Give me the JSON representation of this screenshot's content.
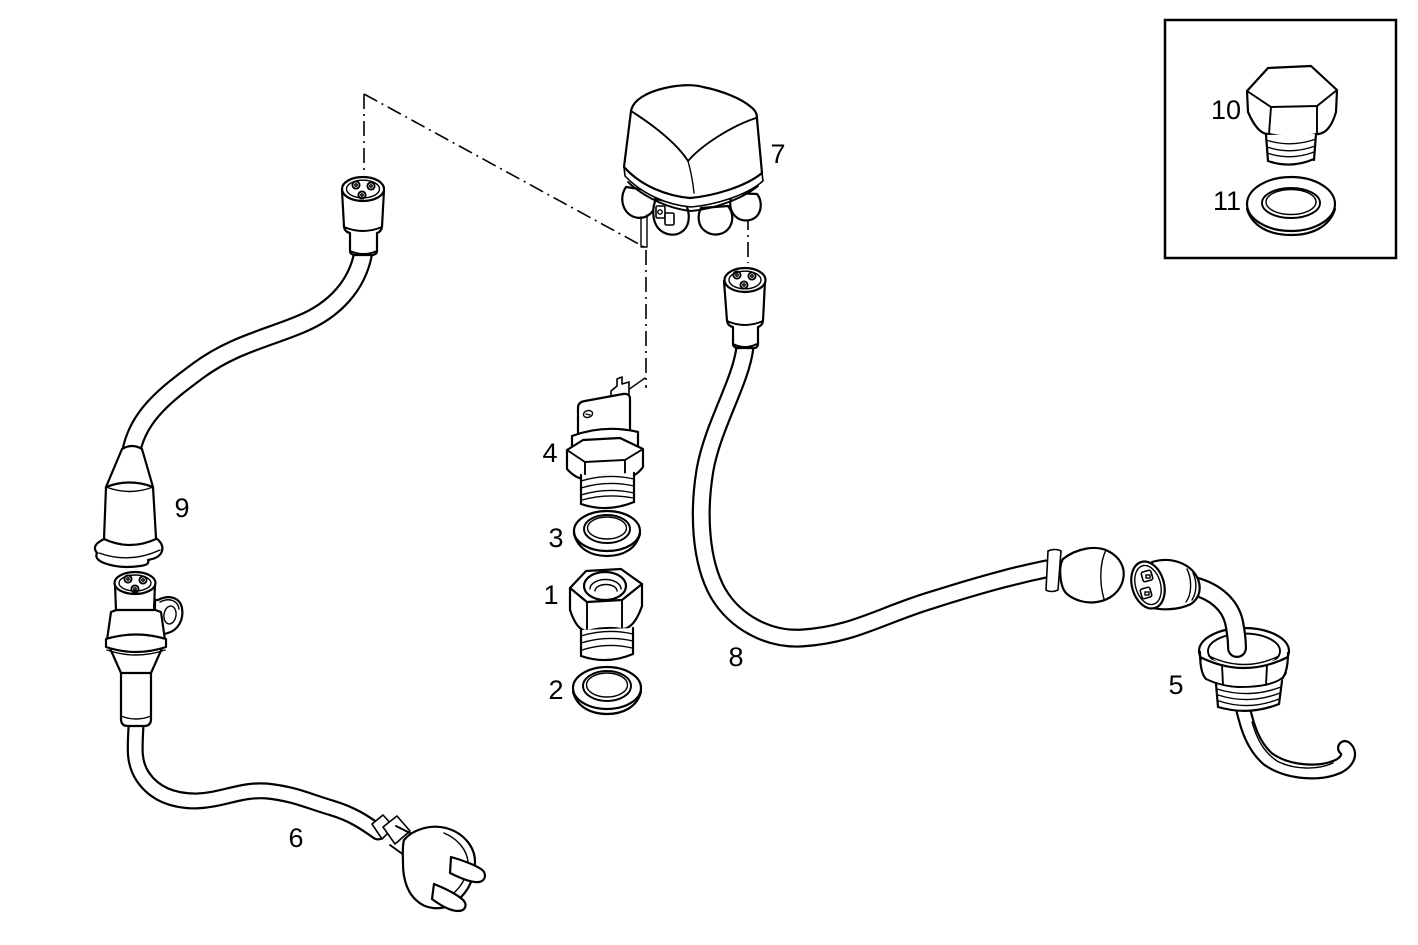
{
  "diagram": {
    "background_color": "#ffffff",
    "line_color": "#000000",
    "part_labels": [
      {
        "number": "1"
      },
      {
        "number": "2"
      },
      {
        "number": "3"
      },
      {
        "number": "4"
      },
      {
        "number": "5"
      },
      {
        "number": "6"
      },
      {
        "number": "7"
      },
      {
        "number": "8"
      },
      {
        "number": "9"
      },
      {
        "number": "10"
      },
      {
        "number": "11"
      }
    ]
  }
}
